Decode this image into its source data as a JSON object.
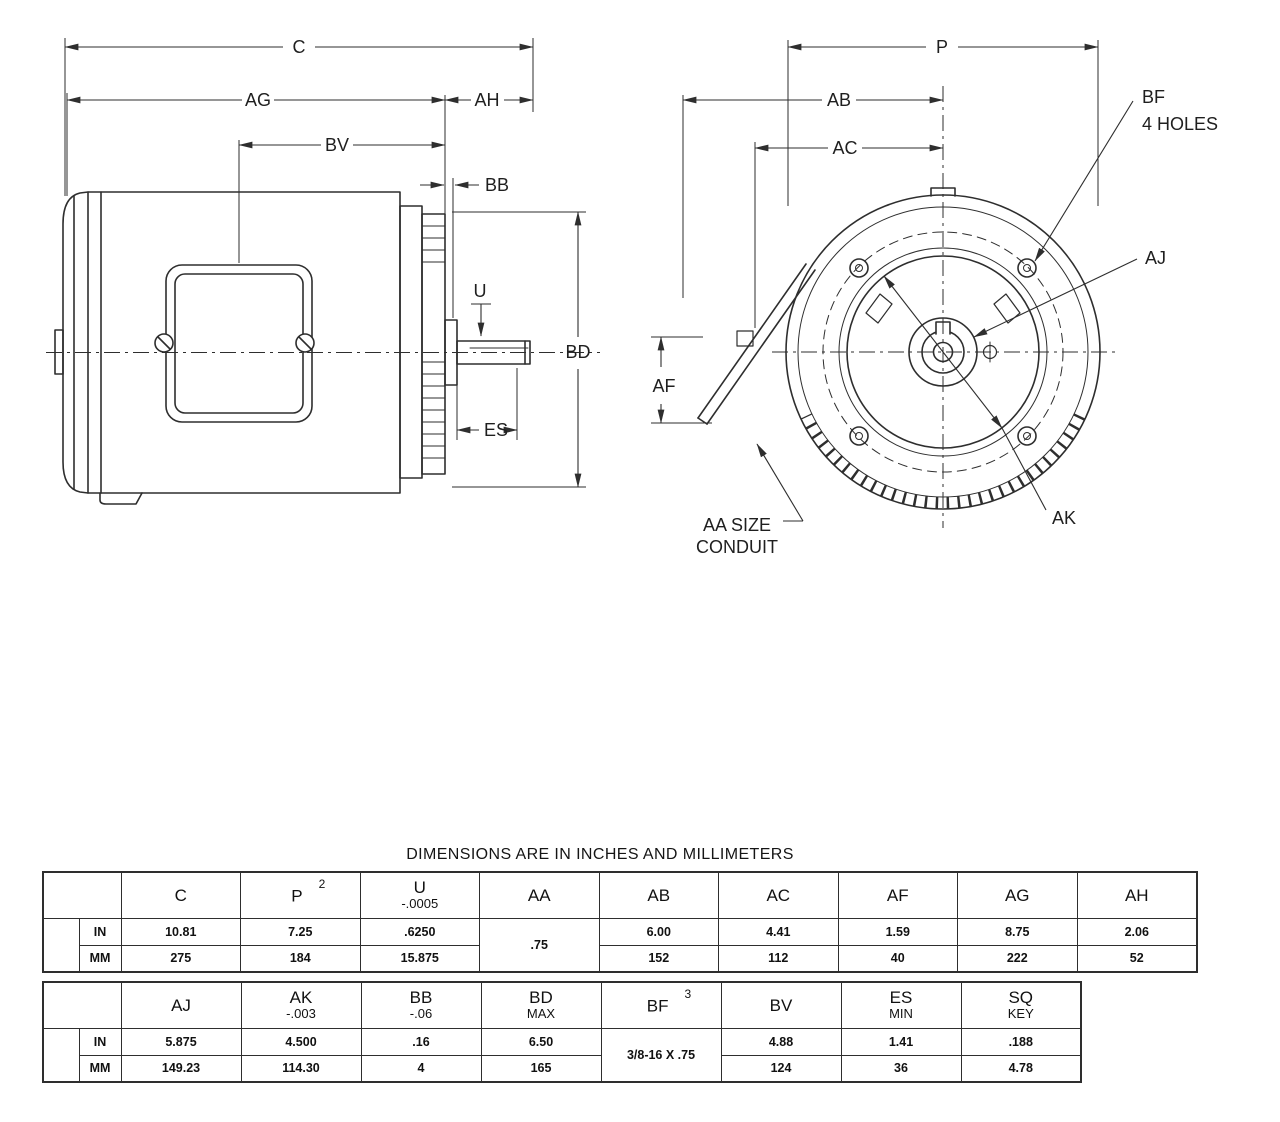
{
  "drawing": {
    "side_view": {
      "c": "C",
      "ag": "AG",
      "ah": "AH",
      "bv": "BV",
      "bb": "BB",
      "u": "U",
      "bd": "BD",
      "es": "ES"
    },
    "end_view": {
      "p": "P",
      "ab": "AB",
      "ac": "AC",
      "af": "AF",
      "bf": "BF",
      "bf_note": "4 HOLES",
      "aj": "AJ",
      "ak": "AK",
      "aa_line1": "AA SIZE",
      "aa_line2": "CONDUIT"
    }
  },
  "tables": {
    "title": "DIMENSIONS ARE IN INCHES AND MILLIMETERS",
    "unit_in": "IN",
    "unit_mm": "MM",
    "t1": {
      "h_c": "C",
      "h_p": "P",
      "h_p_sup": "2",
      "h_u": "U",
      "h_u_sub": "-.0005",
      "h_aa": "AA",
      "h_ab": "AB",
      "h_ac": "AC",
      "h_af": "AF",
      "h_ag": "AG",
      "h_ah": "AH",
      "in": [
        "10.81",
        "7.25",
        ".6250",
        "6.00",
        "4.41",
        "1.59",
        "8.75",
        "2.06"
      ],
      "mm": [
        "275",
        "184",
        "15.875",
        "152",
        "112",
        "40",
        "222",
        "52"
      ],
      "aa_value": ".75"
    },
    "t2": {
      "h_aj": "AJ",
      "h_ak": "AK",
      "h_ak_sub": "-.003",
      "h_bb": "BB",
      "h_bb_sub": "-.06",
      "h_bd": "BD",
      "h_bd_sub": "MAX",
      "h_bf": "BF",
      "h_bf_sup": "3",
      "h_bv": "BV",
      "h_es": "ES",
      "h_es_sub": "MIN",
      "h_sq": "SQ",
      "h_sq_sub": "KEY",
      "in": [
        "5.875",
        "4.500",
        ".16",
        "6.50",
        "4.88",
        "1.41",
        ".188"
      ],
      "mm": [
        "149.23",
        "114.30",
        "4",
        "165",
        "124",
        "36",
        "4.78"
      ],
      "bf_value": "3/8-16 X .75"
    }
  }
}
